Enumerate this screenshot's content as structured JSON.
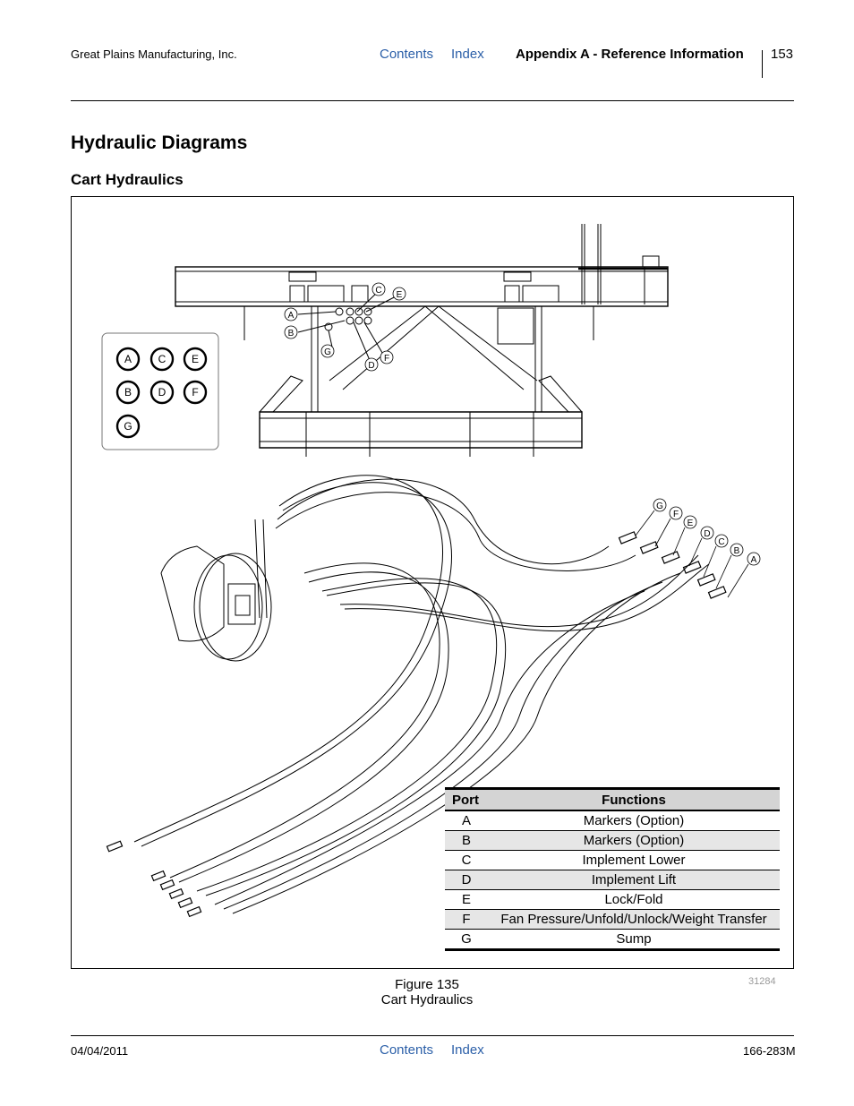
{
  "header": {
    "company": "Great Plains Manufacturing, Inc.",
    "contents_link": "Contents",
    "index_link": "Index",
    "section": "Appendix A - Reference Information",
    "page_number": "153"
  },
  "title": "Hydraulic Diagrams",
  "subtitle": "Cart Hydraulics",
  "figure": {
    "inset_panel_ports": [
      "A",
      "C",
      "E",
      "B",
      "D",
      "F",
      "G"
    ],
    "frame_callouts": [
      "A",
      "B",
      "C",
      "D",
      "E",
      "F",
      "G"
    ],
    "hose_callouts": [
      "G",
      "F",
      "E",
      "D",
      "C",
      "B",
      "A"
    ],
    "table": {
      "headers": [
        "Port",
        "Functions"
      ],
      "rows": [
        {
          "port": "A",
          "function": "Markers (Option)"
        },
        {
          "port": "B",
          "function": "Markers (Option)"
        },
        {
          "port": "C",
          "function": "Implement Lower"
        },
        {
          "port": "D",
          "function": "Implement Lift"
        },
        {
          "port": "E",
          "function": "Lock/Fold"
        },
        {
          "port": "F",
          "function": "Fan Pressure/Unfold/Unlock/Weight Transfer"
        },
        {
          "port": "G",
          "function": "Sump"
        }
      ]
    },
    "number": "Figure 135",
    "caption": "Cart Hydraulics",
    "image_id": "31284"
  },
  "footer": {
    "date": "04/04/2011",
    "contents_link": "Contents",
    "index_link": "Index",
    "doc_number": "166-283M"
  }
}
